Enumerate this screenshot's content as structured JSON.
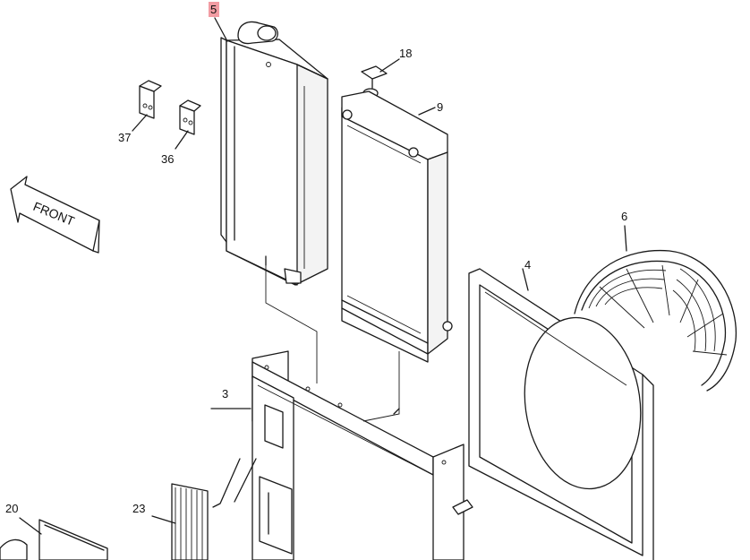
{
  "parts": {
    "radiator_5": "5",
    "cap_18": "18",
    "oil_cooler_9": "9",
    "bracket_37": "37",
    "bracket_36": "36",
    "guard_6": "6",
    "shroud_4": "4",
    "frame_3": "3",
    "part_20": "20",
    "part_23": "23"
  },
  "front_arrow_text": "FRONT",
  "highlight_color": "#f29ca3"
}
